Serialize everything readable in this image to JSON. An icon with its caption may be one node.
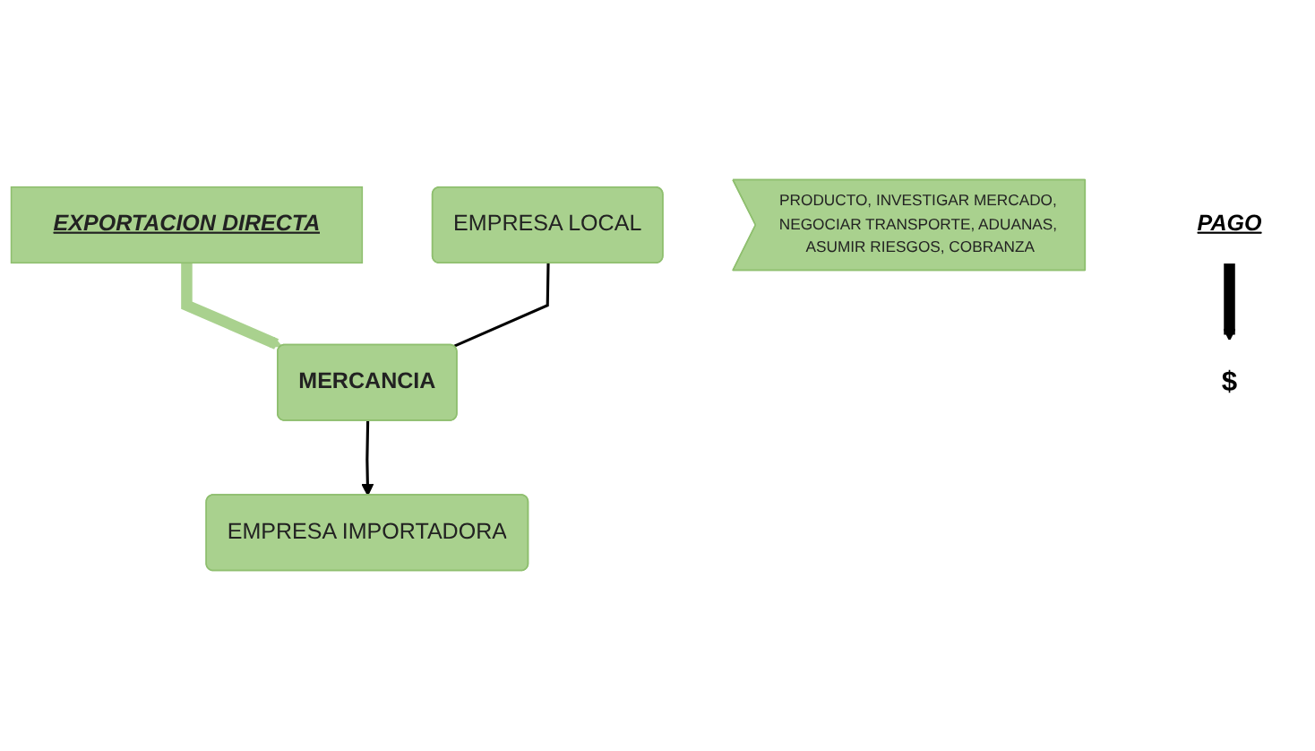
{
  "diagram": {
    "nodes": [
      {
        "text": [
          "EXPORTACION DIRECTA"
        ]
      },
      {
        "text": [
          "MERCANCIA"
        ]
      },
      {
        "text": [
          "EMPRESA LOCAL"
        ]
      },
      {
        "text": [
          "PRODUCTO, INVESTIGAR MERCADO, NEGOCIAR TRANSPORTE, ADUANAS, ASUMIR RIESGOS, COBRANZA"
        ]
      },
      {
        "text": [
          "EMPRESA IMPORTADORA"
        ]
      },
      {
        "text": [
          "$"
        ]
      },
      {
        "text": [
          "PAGO"
        ]
      }
    ],
    "edges": [
      {
        "from": 0,
        "to": 1,
        "arrow": "to",
        "style": "thick",
        "color": "#a9d18e"
      },
      {
        "from": 2,
        "to": 1,
        "arrow": "none"
      },
      {
        "from": 1,
        "to": 4,
        "arrow": "to"
      },
      {
        "from": 6,
        "to": 5,
        "arrow": "to",
        "style": "thick"
      }
    ]
  }
}
